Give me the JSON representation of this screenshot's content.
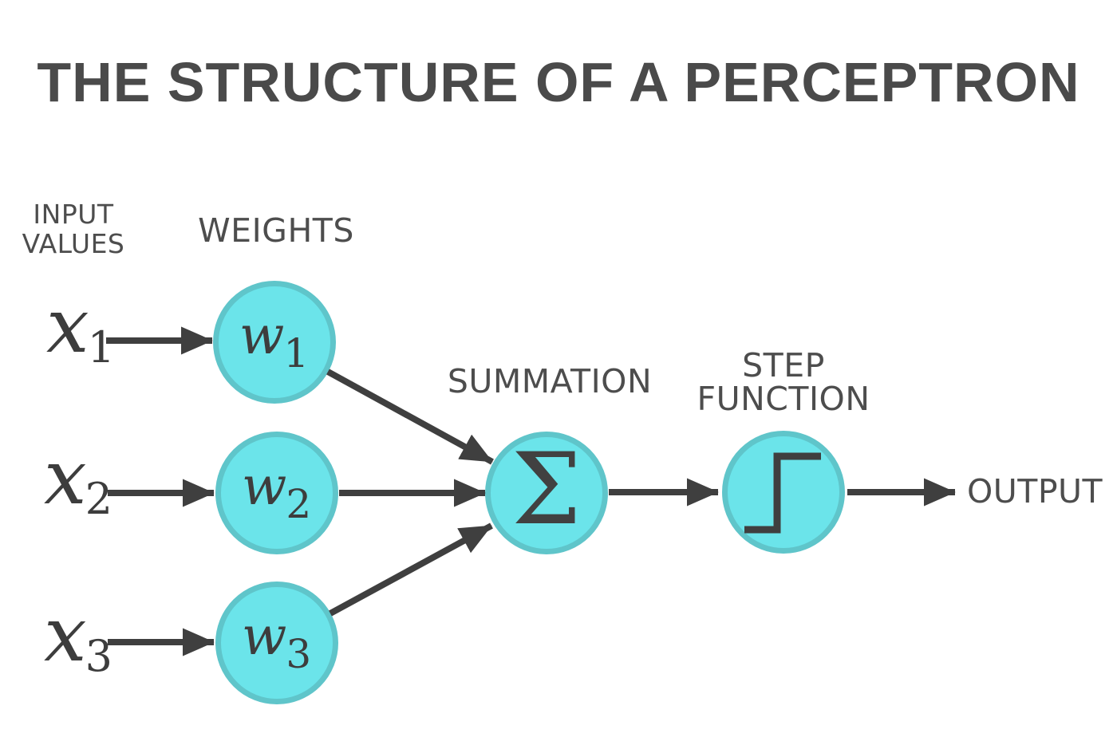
{
  "title": "THE STRUCTURE OF A PERCEPTRON",
  "labels": {
    "input_values_line1": "INPUT",
    "input_values_line2": "VALUES",
    "weights": "WEIGHTS",
    "summation": "SUMMATION",
    "step_function_line1": "STEP",
    "step_function_line2": "FUNCTION",
    "output": "OUTPUT"
  },
  "inputs": [
    {
      "base": "x",
      "sub": "1"
    },
    {
      "base": "x",
      "sub": "2"
    },
    {
      "base": "x",
      "sub": "3"
    }
  ],
  "weights": [
    {
      "base": "w",
      "sub": "1"
    },
    {
      "base": "w",
      "sub": "2"
    },
    {
      "base": "w",
      "sub": "3"
    }
  ],
  "summation_symbol": "Σ",
  "colors": {
    "node_fill": "#6be4ea",
    "node_border": "#5fc5ca",
    "ink": "#474747",
    "arrow": "#3f3f3f",
    "background": "#ffffff"
  }
}
